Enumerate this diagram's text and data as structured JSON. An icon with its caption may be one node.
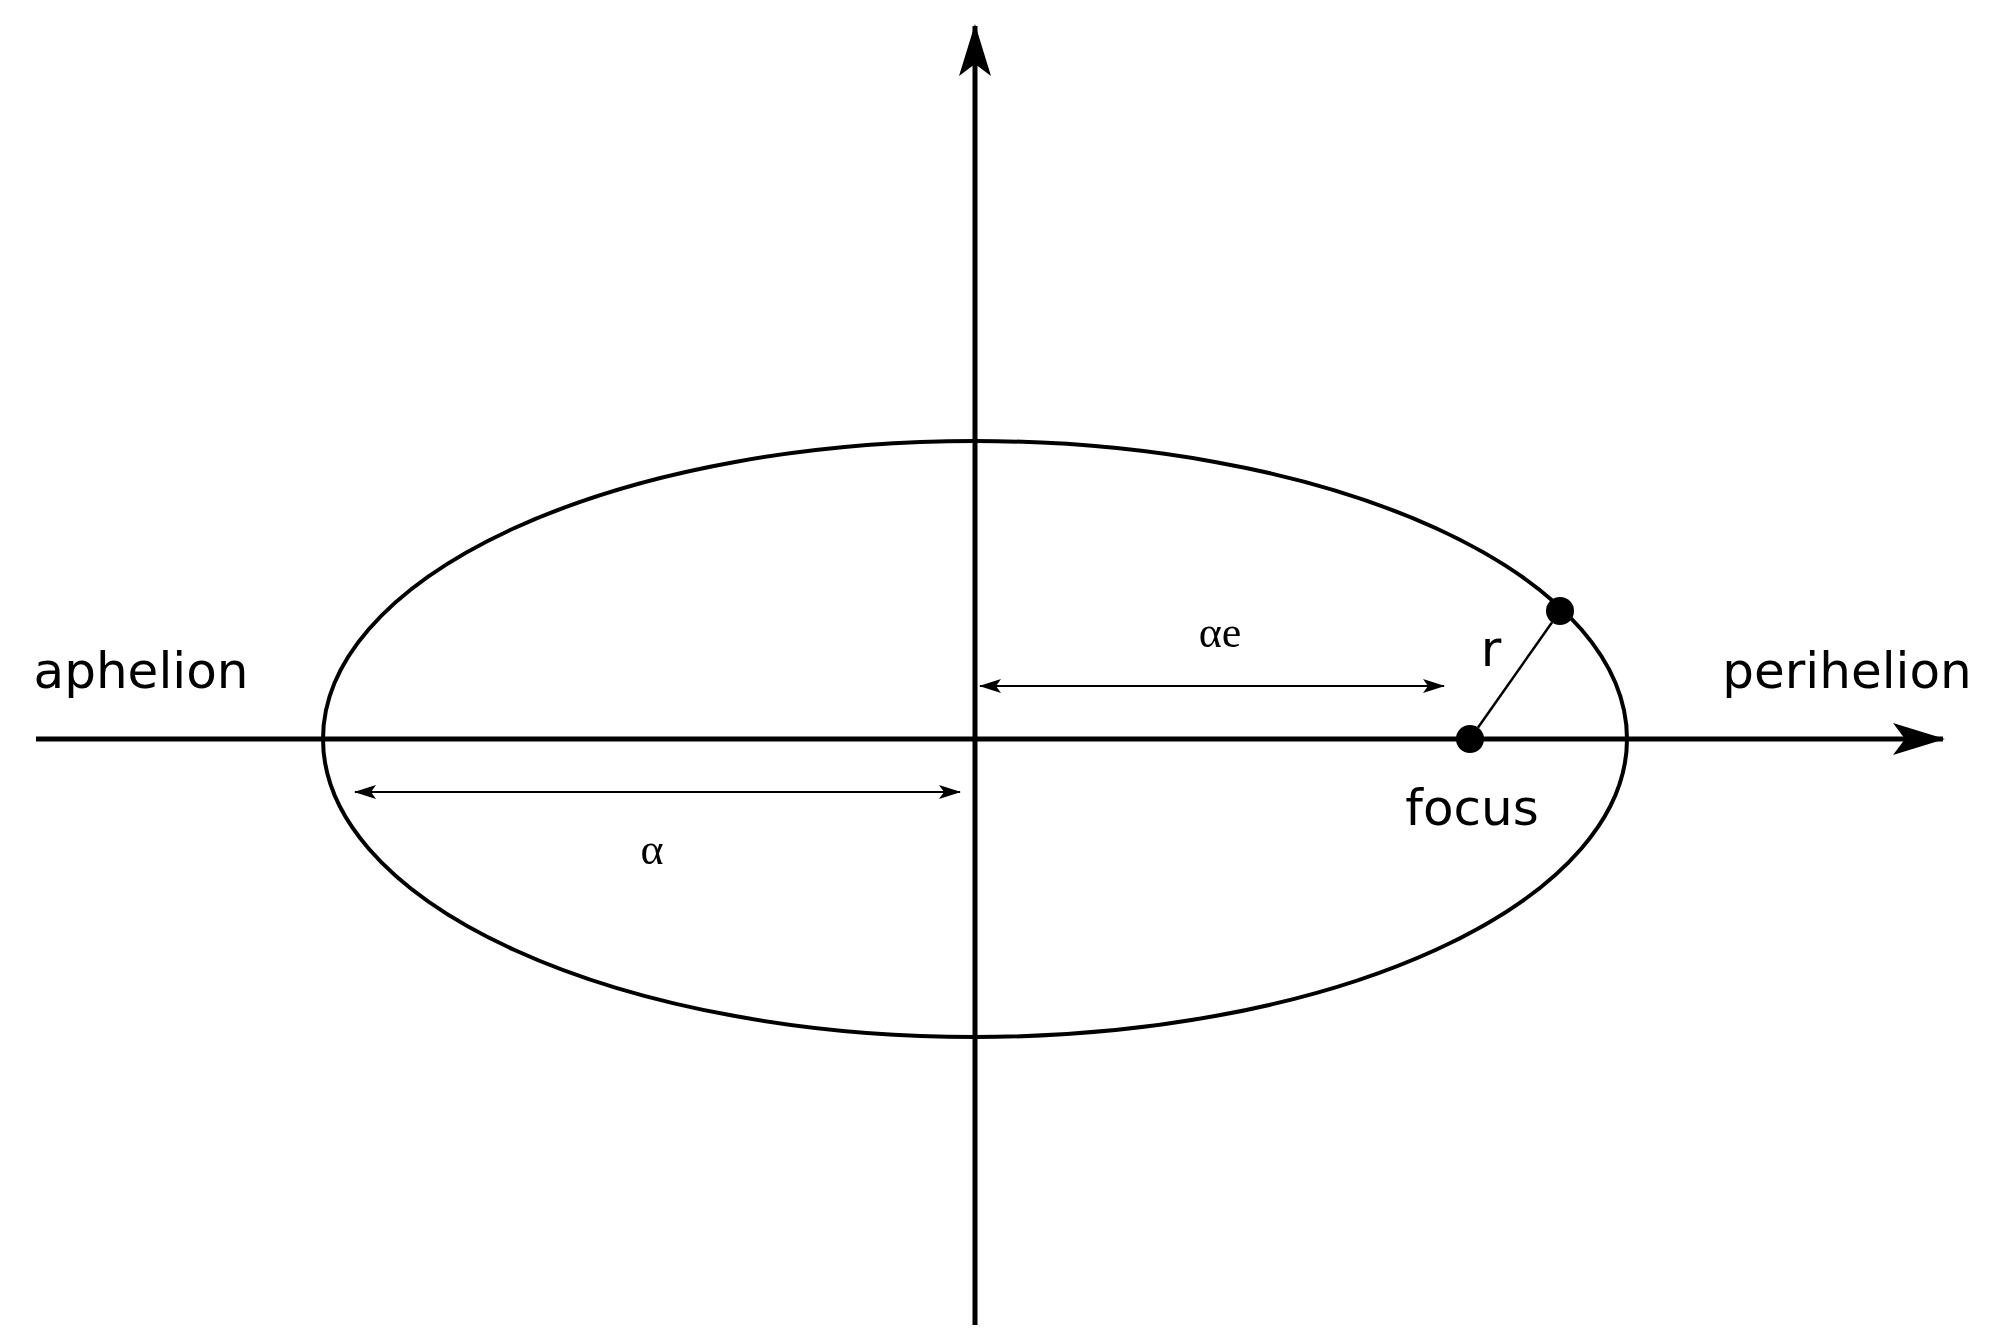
{
  "diagram": {
    "nodes": [
      {
        "text": [],
        "shape": "circle",
        "beside": [
          "focus"
        ]
      },
      {
        "text": [],
        "shape": "circle"
      }
    ],
    "edges": [
      {
        "from": 0,
        "to": 1,
        "arrow": "none",
        "label": "r"
      }
    ],
    "labels": [
      "aphelion",
      "αe",
      "perihelion",
      "α"
    ]
  }
}
